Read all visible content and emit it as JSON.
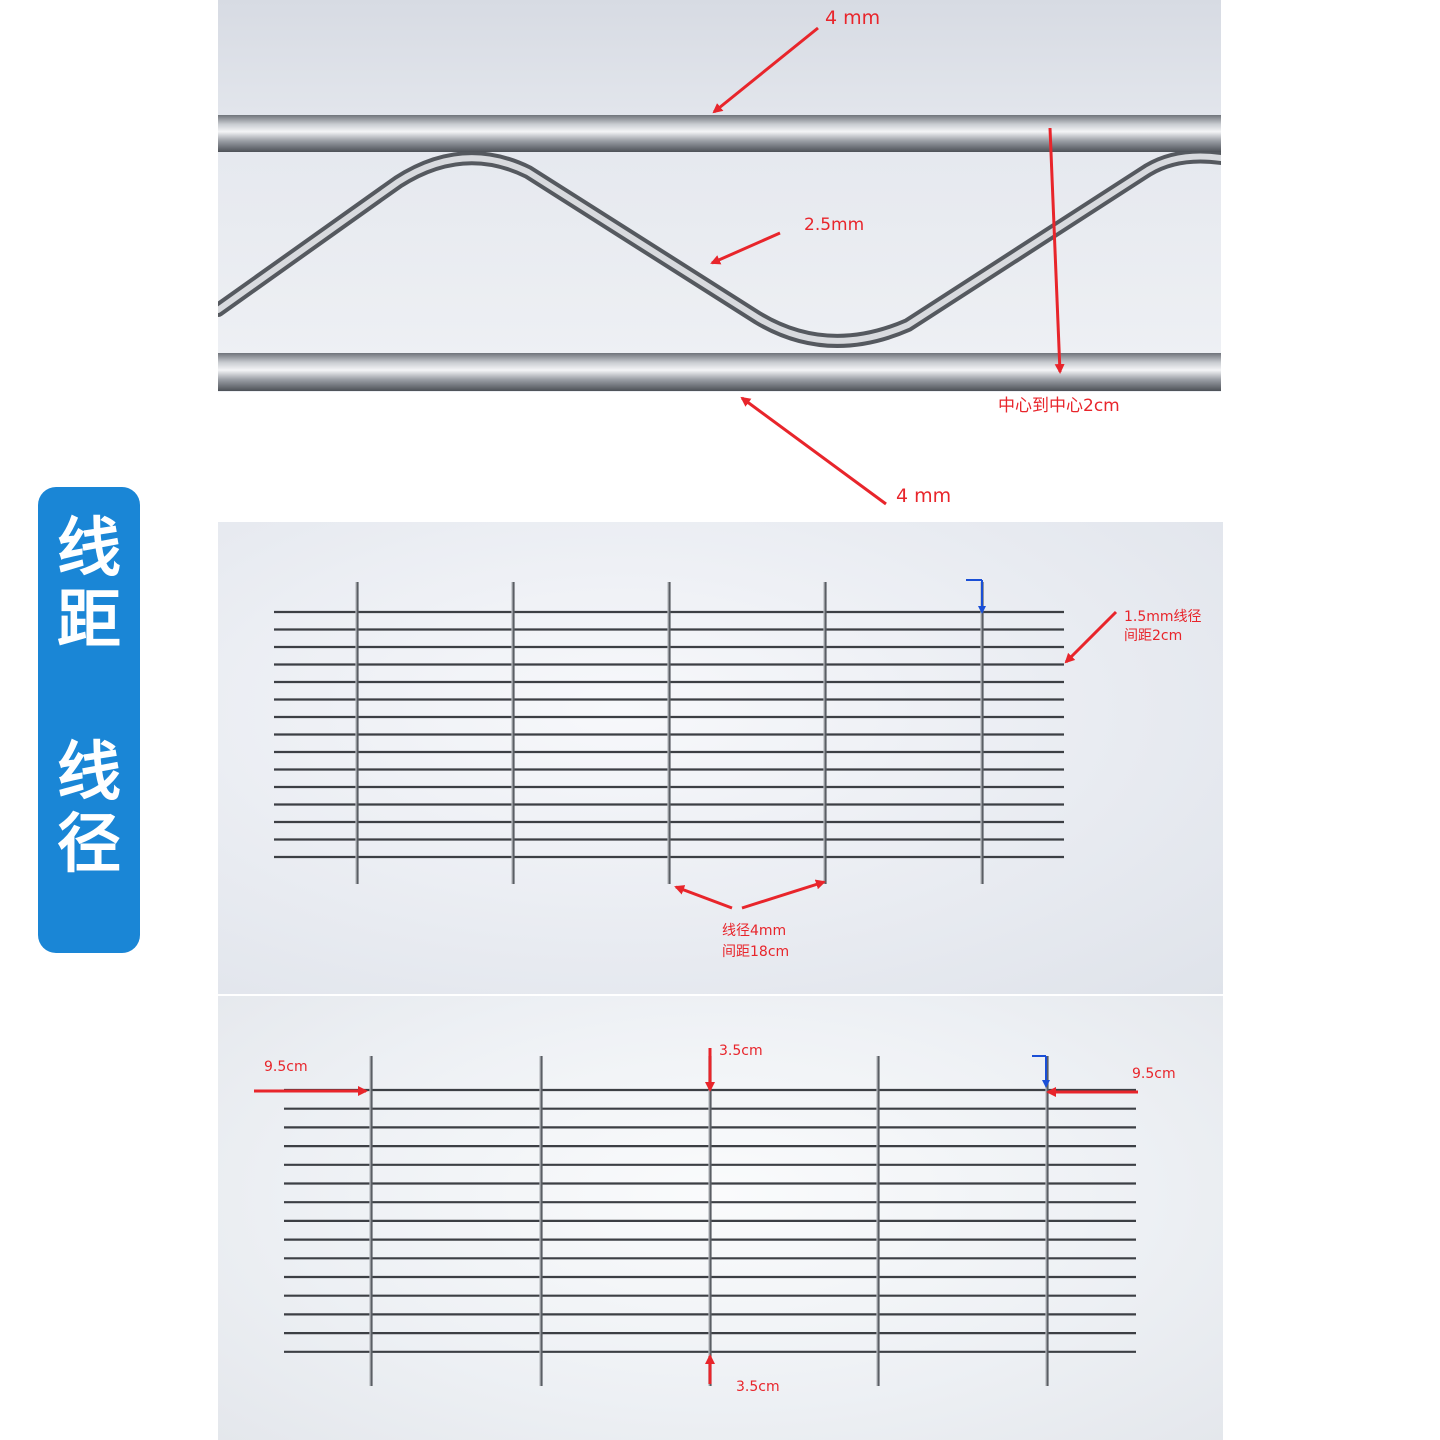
{
  "side_tag": {
    "line1": "线距",
    "line2": "线径",
    "color": "#1a86d6"
  },
  "top_view": {
    "top_rod_label": "4 mm",
    "wave_wire_label": "2.5mm",
    "center_distance_label": "中心到中心2cm",
    "bottom_rod_label": "4 mm"
  },
  "middle_view": {
    "horizontal_wire_label_line1": "1.5mm线径",
    "horizontal_wire_label_line2": "间距2cm",
    "vertical_wire_label_line1": "线径4mm",
    "vertical_wire_label_line2": "间距18cm"
  },
  "bottom_view": {
    "left_margin_label": "9.5cm",
    "right_margin_label": "9.5cm",
    "top_offset_label": "3.5cm",
    "bottom_offset_label": "3.5cm"
  },
  "colors": {
    "annotation": "#e8252b",
    "marker_blue": "#1a4fd6"
  }
}
